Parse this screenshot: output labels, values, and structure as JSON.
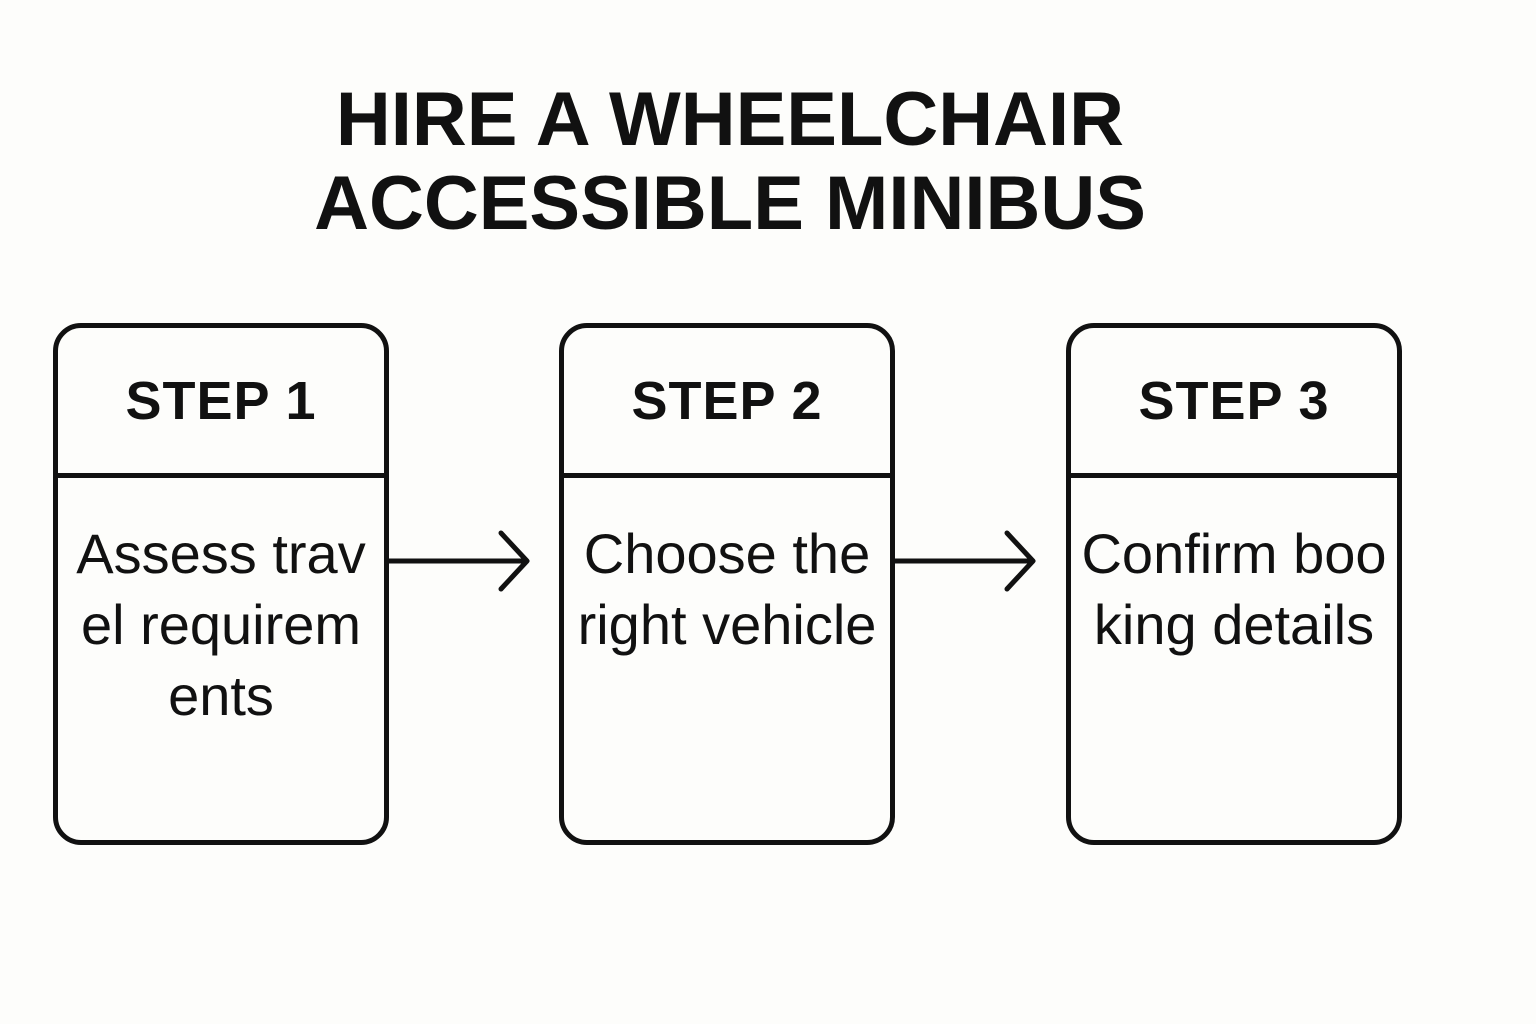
{
  "diagram": {
    "title_line1": "HIRE A WHEELCHAIR",
    "title_line2": "ACCESSIBLE MINIBUS",
    "steps": [
      {
        "label": "STEP 1",
        "text": "Assess travel requirements"
      },
      {
        "label": "STEP 2",
        "text": "Choose the right vehicle"
      },
      {
        "label": "STEP 3",
        "text": "Confirm booking details"
      }
    ]
  },
  "colors": {
    "background": "#fdfdfb",
    "stroke": "#111111"
  }
}
